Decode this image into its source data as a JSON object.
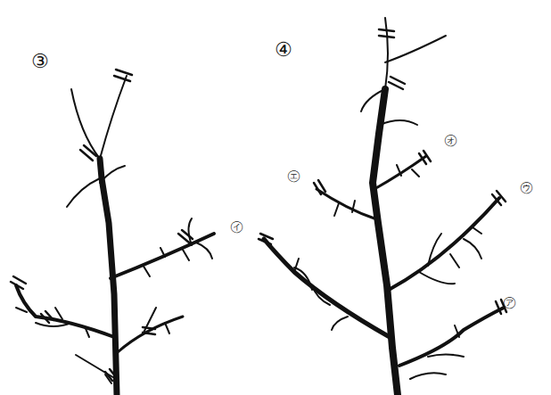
{
  "diagram": {
    "labels": [
      "③",
      "④",
      "㋑",
      "㋔",
      "㋓",
      "㋒",
      "㋐"
    ]
  }
}
